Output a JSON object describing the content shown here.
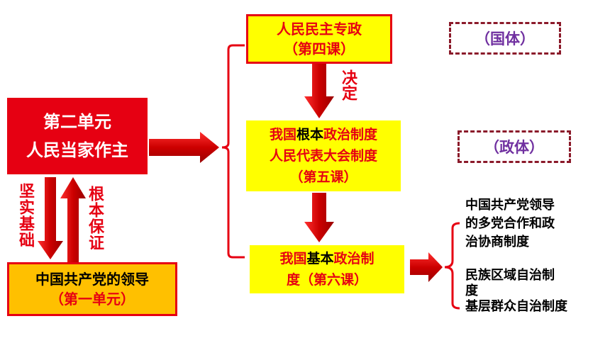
{
  "unit_box": {
    "line1": "第二单元",
    "line2": "人民当家作主"
  },
  "party_box": {
    "line1": "中国共产党的领导",
    "line2": "（第一单元）"
  },
  "left_labels": {
    "down": "坚实基础",
    "up": "根本保证"
  },
  "dictatorship_box": {
    "line1": "人民民主专政",
    "line2": "（第四课）"
  },
  "decides_label": "决定",
  "fundamental_box": {
    "prefix": "我国",
    "highlight": "根本",
    "suffix": "政治制度",
    "line2": "人民代表大会制度",
    "line3": "（第五课）"
  },
  "basic_box": {
    "prefix": "我国",
    "highlight": "基本",
    "suffix": "政治制",
    "line2": "度（第六课）"
  },
  "tags": {
    "guoti": "（国体）",
    "zhengti": "（政体）"
  },
  "systems": [
    {
      "lines": [
        "中国共产党领导",
        "的多党合作和政",
        "治协商制度"
      ]
    },
    {
      "lines": [
        "民族区域自治制",
        "度"
      ]
    },
    {
      "lines": [
        "基层群众自治制度"
      ]
    }
  ],
  "colors": {
    "red": "#e60012",
    "yellow": "#ffff00",
    "orange": "#ffc000",
    "tag_border": "#8b1a2a",
    "tag_text": "#7030a0",
    "arrow": "#cc0000"
  }
}
